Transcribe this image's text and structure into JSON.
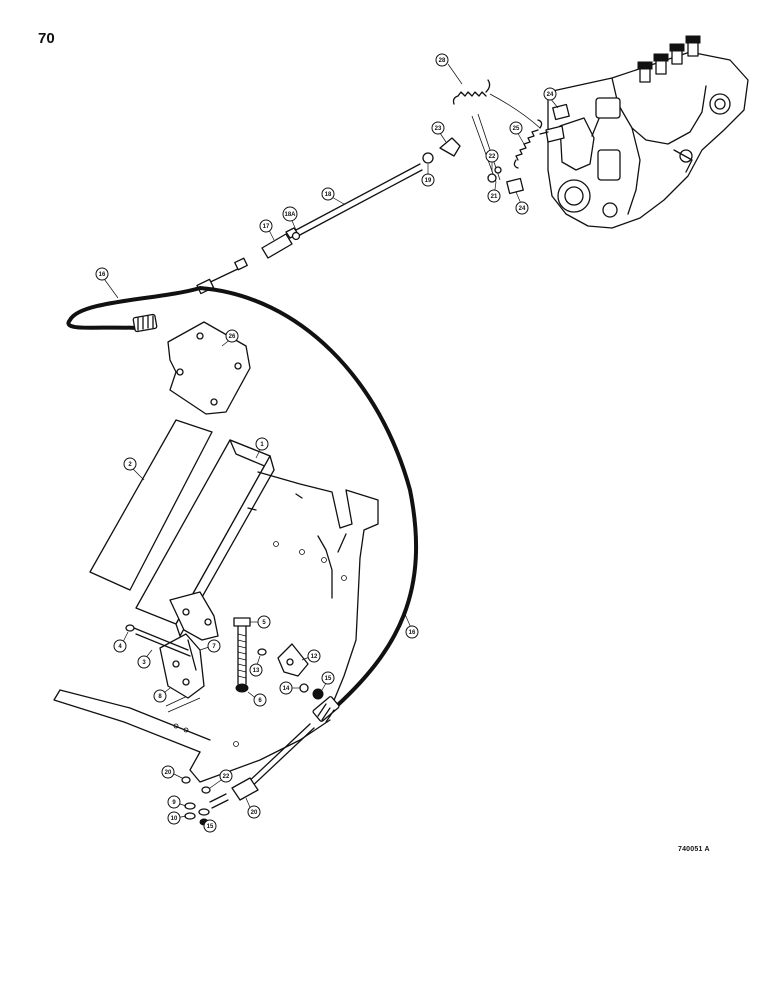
{
  "page": {
    "number": "70",
    "figure_code": "740051 A"
  },
  "callouts": [
    {
      "id": "c28",
      "label": "28"
    },
    {
      "id": "c24a",
      "label": "24"
    },
    {
      "id": "c23",
      "label": "23"
    },
    {
      "id": "c25",
      "label": "25"
    },
    {
      "id": "c22a",
      "label": "22"
    },
    {
      "id": "c21a",
      "label": "21"
    },
    {
      "id": "c24b",
      "label": "24"
    },
    {
      "id": "c18a",
      "label": "18"
    },
    {
      "id": "c19",
      "label": "19"
    },
    {
      "id": "c18b",
      "label": "18A"
    },
    {
      "id": "c17",
      "label": "17"
    },
    {
      "id": "c16a",
      "label": "16"
    },
    {
      "id": "c26",
      "label": "26"
    },
    {
      "id": "c1",
      "label": "1"
    },
    {
      "id": "c2",
      "label": "2"
    },
    {
      "id": "c4",
      "label": "4"
    },
    {
      "id": "c3",
      "label": "3"
    },
    {
      "id": "c7",
      "label": "7"
    },
    {
      "id": "c5",
      "label": "5"
    },
    {
      "id": "c13",
      "label": "13"
    },
    {
      "id": "c12",
      "label": "12"
    },
    {
      "id": "c8",
      "label": "8"
    },
    {
      "id": "c6",
      "label": "6"
    },
    {
      "id": "c14",
      "label": "14"
    },
    {
      "id": "c15a",
      "label": "15"
    },
    {
      "id": "c16b",
      "label": "16"
    },
    {
      "id": "c20",
      "label": "20"
    },
    {
      "id": "c22b",
      "label": "22"
    },
    {
      "id": "c9",
      "label": "9"
    },
    {
      "id": "c21b",
      "label": "20"
    },
    {
      "id": "c10",
      "label": "10"
    },
    {
      "id": "c15b",
      "label": "15"
    }
  ]
}
